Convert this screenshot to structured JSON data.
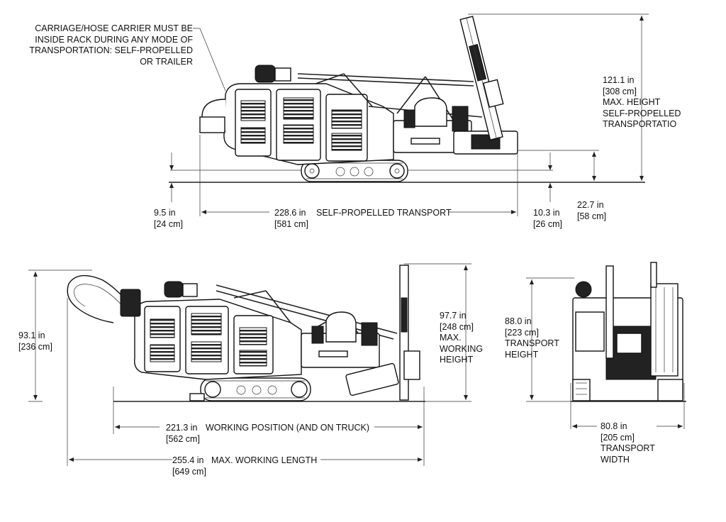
{
  "top_note": [
    "CARRIAGE/HOSE CARRIER MUST BE",
    "INSIDE RACK DURING ANY MODE OF",
    "TRANSPORTATION: SELF-PROPELLED",
    "OR TRAILER"
  ],
  "top_view": {
    "max_height": [
      "121.1 in",
      "[308 cm]",
      "MAX. HEIGHT",
      "SELF-PROPELLED",
      "TRANSPORTATIO"
    ],
    "front_clearance": [
      "9.5 in",
      "[24 cm]"
    ],
    "length": [
      "228.6 in",
      "[581 cm]"
    ],
    "length_caption": "SELF-PROPELLED TRANSPORT",
    "rear_clearance": [
      "10.3 in",
      "[26 cm]"
    ],
    "rear_height": [
      "22.7 in",
      "[58 cm]"
    ]
  },
  "side_view": {
    "overall_height": [
      "93.1 in",
      "[236 cm]"
    ],
    "working_height": [
      "97.7 in",
      "[248 cm]",
      "MAX.",
      "WORKING",
      "HEIGHT"
    ],
    "working_length_line": "221.3 in",
    "working_length_caption": "WORKING POSITION (AND ON TRUCK)",
    "working_length_cm": "[562 cm]",
    "max_length_line": "255.4 in",
    "max_length_caption": "MAX. WORKING LENGTH",
    "max_length_cm": "[649 cm]"
  },
  "front_view": {
    "transport_height": [
      "88.0 in",
      "[223 cm]",
      "TRANSPORT",
      "HEIGHT"
    ],
    "transport_width_line": "80.8 in",
    "transport_width": [
      "[205 cm]",
      "TRANSPORT",
      "WIDTH"
    ]
  }
}
